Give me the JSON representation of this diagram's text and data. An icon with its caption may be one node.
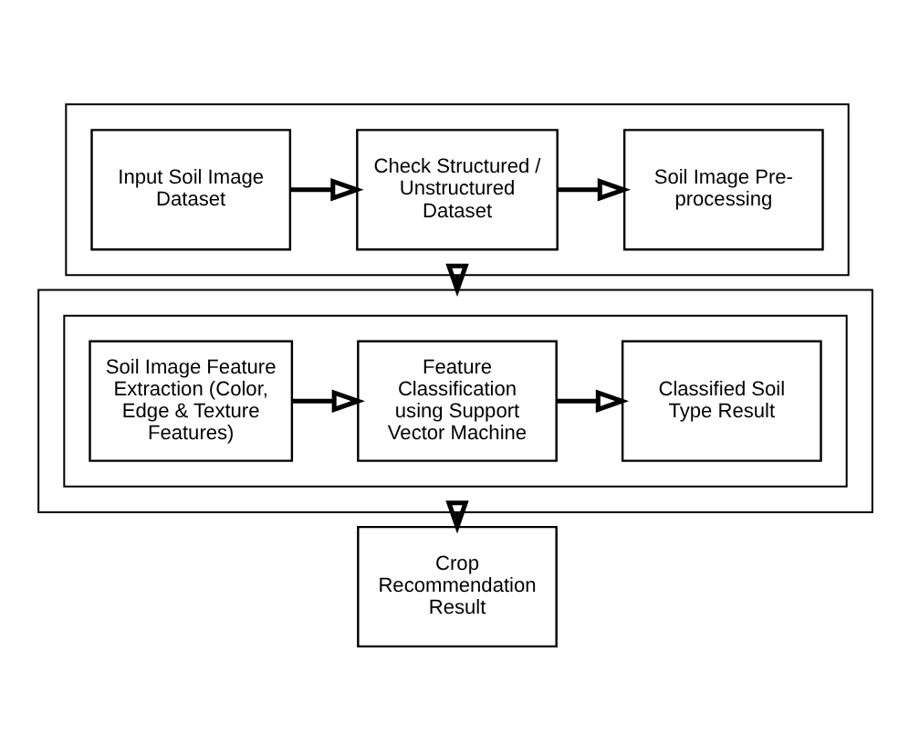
{
  "diagram": {
    "nodes": [
      {
        "text": [],
        "shape": "box"
      },
      {
        "text": [
          "Input Soil Image Dataset"
        ],
        "in": 0
      },
      {
        "text": [
          "Check Structured / Unstructured Dataset"
        ],
        "in": 0
      },
      {
        "text": [
          "Soil Image Pre-processing"
        ],
        "in": 0
      },
      {
        "text": [],
        "shape": "box"
      },
      {
        "text": [],
        "shape": "box",
        "in": 4
      },
      {
        "text": [
          "Soil Image Feature Extraction (Color, Edge & Texture Features)"
        ],
        "in": 5
      },
      {
        "text": [
          "Feature Classification using Support Vector Machine"
        ],
        "in": 5
      },
      {
        "text": [
          "Classified Soil Type Result"
        ],
        "in": 5
      },
      {
        "text": [
          "Crop Recommendation Result"
        ]
      }
    ],
    "edges": [
      {
        "from": 1,
        "to": 2,
        "arrow": "to"
      },
      {
        "from": 2,
        "to": 3,
        "arrow": "to"
      },
      {
        "from": 0,
        "to": 4,
        "arrow": "to"
      },
      {
        "from": 6,
        "to": 7,
        "arrow": "to"
      },
      {
        "from": 7,
        "to": 8,
        "arrow": "to"
      },
      {
        "from": 4,
        "to": 9,
        "arrow": "to"
      }
    ]
  }
}
